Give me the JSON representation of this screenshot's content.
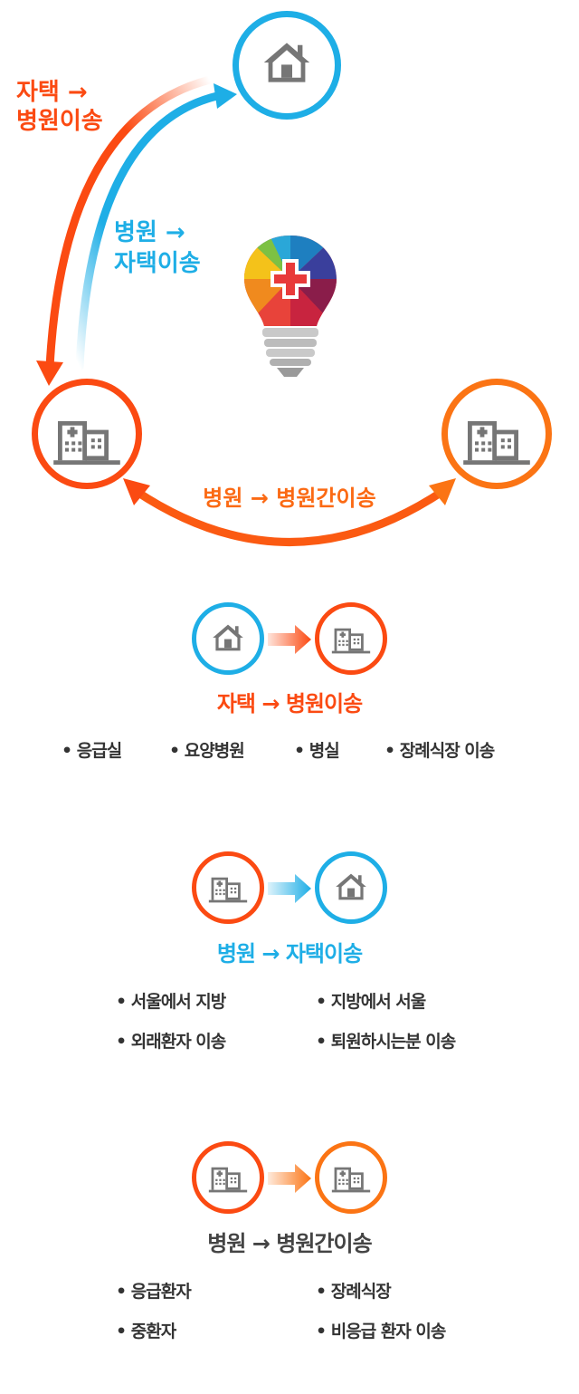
{
  "colors": {
    "red_orange": "#fb4a12",
    "blue": "#1eaee6",
    "orange": "#fb7414",
    "icon_gray": "#767676",
    "text_dark": "#333333"
  },
  "diagram": {
    "label_home_to_hospital_1": "자택 →",
    "label_home_to_hospital_2": "병원이송",
    "label_hospital_to_home_1": "병원 →",
    "label_hospital_to_home_2": "자택이송",
    "label_hospital_to_hospital": "병원 → 병원간이송",
    "icons": [
      "house-icon",
      "hospital-icon",
      "lightbulb-medical-icon",
      "arrow-icon"
    ]
  },
  "sections": {
    "home_to_hospital": {
      "title": "자택 → 병원이송",
      "items": [
        "응급실",
        "요양병원",
        "병실",
        "장례식장 이송"
      ]
    },
    "hospital_to_home": {
      "title": "병원 → 자택이송",
      "items": [
        "서울에서 지방",
        "지방에서 서울",
        "외래환자 이송",
        "퇴원하시는분 이송"
      ]
    },
    "hospital_to_hospital": {
      "title": "병원 → 병원간이송",
      "items": [
        "응급환자",
        "장례식장",
        "중환자",
        "비응급 환자 이송"
      ]
    }
  }
}
